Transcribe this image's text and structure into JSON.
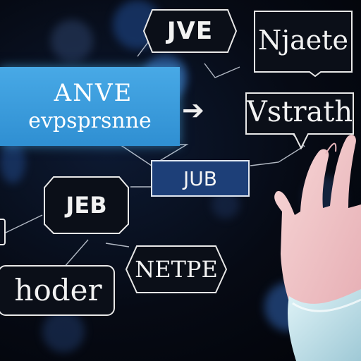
{
  "nodes": {
    "jve": "JVE",
    "njaete": "Njaete",
    "anve_line1": "ANVE",
    "anve_line2": "evpsprsnne",
    "vstrath": "Vstrath",
    "jub": "JUB",
    "jeb": "JEB",
    "netpe": "NETPE",
    "hoder": "hoder"
  },
  "arrow": "➔",
  "colors": {
    "accent_blue": "#3a9ee0",
    "dark_blue_box": "#1d3f78",
    "outline": "#e8e8e8",
    "skin": "#f2c9c9"
  }
}
